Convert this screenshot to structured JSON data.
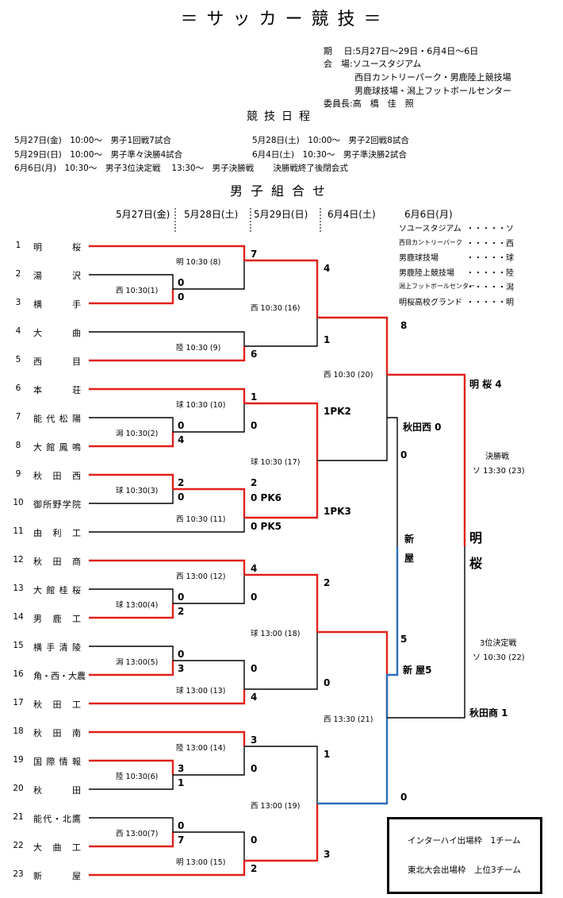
{
  "title": "＝ サ ッ カ ー 競 技 ＝",
  "info": {
    "period": "期　 日:5月27日～29日・6月4日～6日",
    "venue1": "会　場:ソユースタジアム",
    "venue2": "西目カントリーパーク・男鹿陸上競技場",
    "venue3": "男鹿球技場・潟上フットボールセンター",
    "chair": "委員長:高　橋　佳　照"
  },
  "schedule": {
    "title": "競技日程",
    "rows": [
      "5月27日(金)　10:00～　男子1回戦7試合",
      "5月28日(土)　10:00～　男子2回戦8試合",
      "5月29日(日)　10:00～　男子準々決勝4試合",
      "6月4日(土)　10:30～　男子準決勝2試合",
      "6月6日(月)　10:30～　男子3位決定戦　 13:30～　男子決勝戦　　 決勝戦終了後閉会式"
    ]
  },
  "bracket": {
    "title": "男子組合せ",
    "dates": [
      "5月27日(金)",
      "5月28日(土)",
      "5月29日(日)",
      "6月4日(土)",
      "6月6日(月)"
    ],
    "teams": [
      {
        "n": "1",
        "name": "明　桜"
      },
      {
        "n": "2",
        "name": "湯　沢"
      },
      {
        "n": "3",
        "name": "横　手"
      },
      {
        "n": "4",
        "name": "大　曲"
      },
      {
        "n": "5",
        "name": "西　目"
      },
      {
        "n": "6",
        "name": "本　荘"
      },
      {
        "n": "7",
        "name": "能代松陽"
      },
      {
        "n": "8",
        "name": "大館鳳鳴"
      },
      {
        "n": "9",
        "name": "秋田西"
      },
      {
        "n": "10",
        "name": "御所野学院"
      },
      {
        "n": "11",
        "name": "由利工"
      },
      {
        "n": "12",
        "name": "秋田商"
      },
      {
        "n": "13",
        "name": "大館桂桜"
      },
      {
        "n": "14",
        "name": "男鹿工"
      },
      {
        "n": "15",
        "name": "横手清陵"
      },
      {
        "n": "16",
        "name": "角・西・大農"
      },
      {
        "n": "17",
        "name": "秋田工"
      },
      {
        "n": "18",
        "name": "秋田南"
      },
      {
        "n": "19",
        "name": "国際情報"
      },
      {
        "n": "20",
        "name": "秋　田"
      },
      {
        "n": "21",
        "name": "能代・北鷹"
      },
      {
        "n": "22",
        "name": "大曲工"
      },
      {
        "n": "23",
        "name": "新　屋"
      }
    ],
    "match_labels": [
      "明 10:30 (8)",
      "西 10:30(1)",
      "陸 10:30 (9)",
      "球 10:30 (10)",
      "潟 10:30(2)",
      "球 10:30(3)",
      "西 10:30 (11)",
      "西 13:00 (12)",
      "球 13:00(4)",
      "潟 13:00(5)",
      "球 13:00 (13)",
      "陸 13:00 (14)",
      "陸 10:30(6)",
      "西 13:00(7)",
      "明 13:00 (15)",
      "西 10:30 (16)",
      "球 10:30 (17)",
      "球 13:00 (18)",
      "西 13:00 (19)",
      "西 10:30 (20)",
      "西 13:30 (21)"
    ],
    "scores": [
      "7",
      "0",
      "0",
      "2",
      "0",
      "6",
      "1",
      "0",
      "0",
      "4",
      "2",
      "0",
      "0 PK6",
      "0 PK5",
      "4",
      "0",
      "0",
      "2",
      "0",
      "3",
      "0",
      "4",
      "3",
      "0",
      "3",
      "1",
      "0",
      "7",
      "0",
      "2",
      "4",
      "1",
      "1PK2",
      "1PK3",
      "2",
      "0",
      "1",
      "3",
      "8",
      "秋田西 0",
      "0",
      "新",
      "屋",
      "5",
      "新 屋5",
      "0",
      "明 桜 4",
      "秋田商 1",
      "明",
      "桜"
    ],
    "venue_legend": [
      {
        "name": "ソユースタジアム",
        "dots": "・・・・・ソ"
      },
      {
        "name": "西目カントリーパーク",
        "dots": "・・・・・西"
      },
      {
        "name": "男鹿球技場",
        "dots": "・・・・・球"
      },
      {
        "name": "男鹿陸上競技場",
        "dots": "・・・・・陸"
      },
      {
        "name": "潟上フットボールセンター",
        "dots": "・・・・・潟"
      },
      {
        "name": "明桜高校グランド",
        "dots": "・・・・・明"
      }
    ],
    "final_label": "決勝戦",
    "final_time": "ソ 13:30 (23)",
    "third_label": "3位決定戦",
    "third_time": "ソ 10:30 (22)"
  },
  "legend": {
    "line1": "インターハイ出場枠　1チーム",
    "line2": "東北大会出場枠　上位3チーム"
  },
  "colors": {
    "win": "#e0201a",
    "lose": "#000000",
    "blue": "#2a6fb8"
  }
}
